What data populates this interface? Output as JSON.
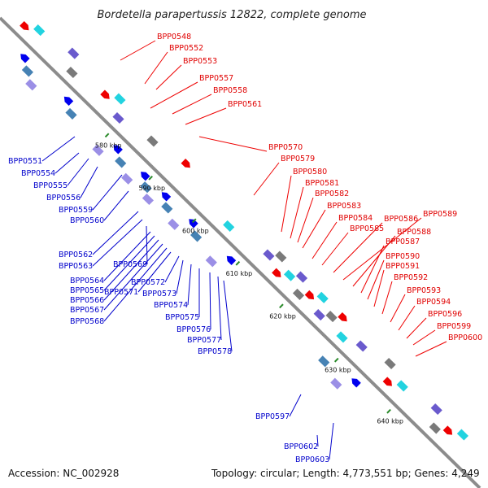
{
  "title": "Bordetella parapertussis 12822, complete genome",
  "footer": {
    "accession": "Accession: NC_002928",
    "summary": "Topology: circular; Length: 4,773,551 bp; Genes: 4,249"
  },
  "colors": {
    "forward": "#ee0000",
    "reverse": "#0000ee",
    "leader_forward": "#ee0000",
    "leader_reverse": "#0000cc",
    "backbone": "#8c8c8c",
    "tick": "#2a8a2a"
  },
  "ticks": [
    "580 kbp",
    "590 kbp",
    "600 kbp",
    "610 kbp",
    "620 kbp",
    "630 kbp",
    "640 kbp"
  ],
  "labels_forward": [
    "BPP0548",
    "BPP0552",
    "BPP0553",
    "BPP0557",
    "BPP0558",
    "BPP0561",
    "BPP0570",
    "BPP0579",
    "BPP0580",
    "BPP0581",
    "BPP0582",
    "BPP0583",
    "BPP0584",
    "BPP0585",
    "BPP0586",
    "BPP0589",
    "BPP0588",
    "BPP0587",
    "BPP0590",
    "BPP0591",
    "BPP0592",
    "BPP0593",
    "BPP0594",
    "BPP0596",
    "BPP0599",
    "BPP0600"
  ],
  "labels_reverse": [
    "BPP0551",
    "BPP0554",
    "BPP0555",
    "BPP0556",
    "BPP0559",
    "BPP0560",
    "BPP0562",
    "BPP0563",
    "BPP0569",
    "BPP0564",
    "BPP0565",
    "BPP0566",
    "BPP0567",
    "BPP0568",
    "BPP0571",
    "BPP0572",
    "BPP0573",
    "BPP0574",
    "BPP0575",
    "BPP0576",
    "BPP0577",
    "BPP0578",
    "BPP0597",
    "BPP0602",
    "BPP0603"
  ]
}
